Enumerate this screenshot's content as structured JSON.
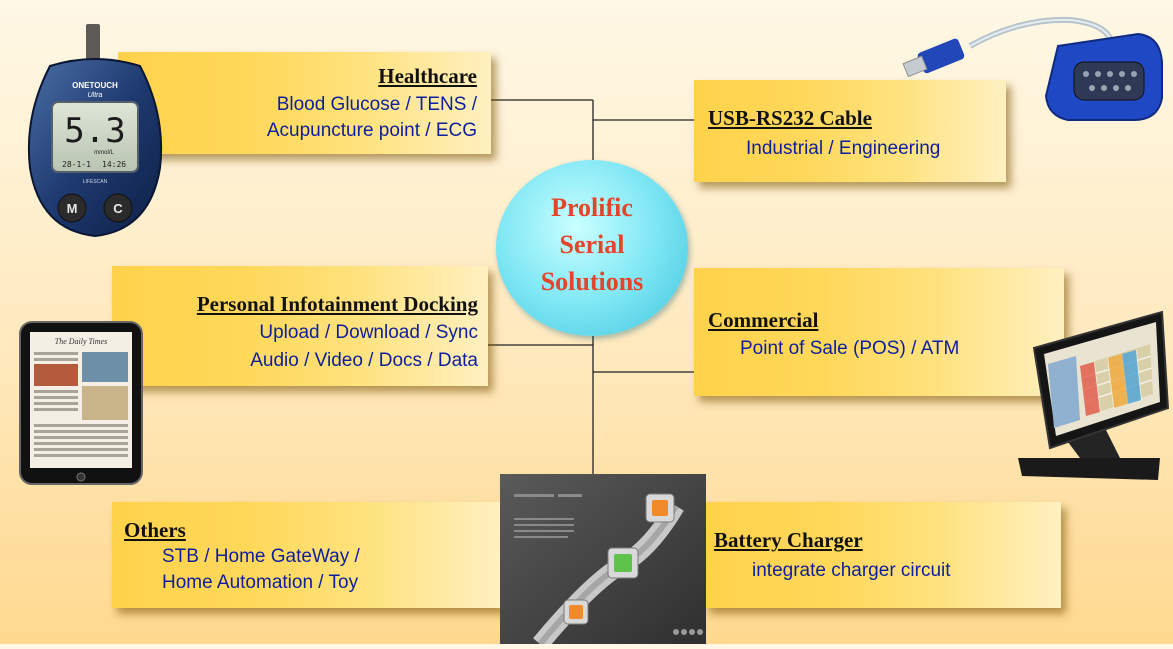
{
  "center": {
    "lines": [
      "Prolific",
      "Serial",
      "Solutions"
    ]
  },
  "cards": {
    "healthcare": {
      "title": "Healthcare",
      "lines": [
        "Blood Glucose / TENS /",
        "Acupuncture point / ECG"
      ]
    },
    "usb_rs232": {
      "title": "USB-RS232 Cable",
      "lines": [
        "Industrial / Engineering"
      ]
    },
    "infotainment": {
      "title": "Personal Infotainment Docking",
      "lines": [
        "Upload / Download / Sync",
        "Audio / Video / Docs / Data"
      ]
    },
    "commercial": {
      "title": "Commercial",
      "lines": [
        "Point of Sale (POS) / ATM"
      ]
    },
    "others": {
      "title": "Others",
      "lines": [
        "STB / Home GateWay /",
        "Home Automation / Toy"
      ]
    },
    "battery": {
      "title": "Battery Charger",
      "lines": [
        "integrate charger circuit"
      ]
    }
  },
  "meter": {
    "brand": "ONETOUCH",
    "model": "Ultra",
    "reading": "5.3",
    "unit": "mmol/L",
    "date": "28-1-1",
    "time": "14:26",
    "maker": "LIFESCAN",
    "buttons": [
      "M",
      "C"
    ]
  },
  "tablet": {
    "masthead": "The Daily Times"
  },
  "colors": {
    "card_left": "#ffd24a",
    "card_right": "#fff0c0",
    "title_text": "#111111",
    "body_text": "#0d1f9c",
    "center_text": "#e3452a",
    "center_fill": "#7fe7f4",
    "connector": "#222222"
  }
}
